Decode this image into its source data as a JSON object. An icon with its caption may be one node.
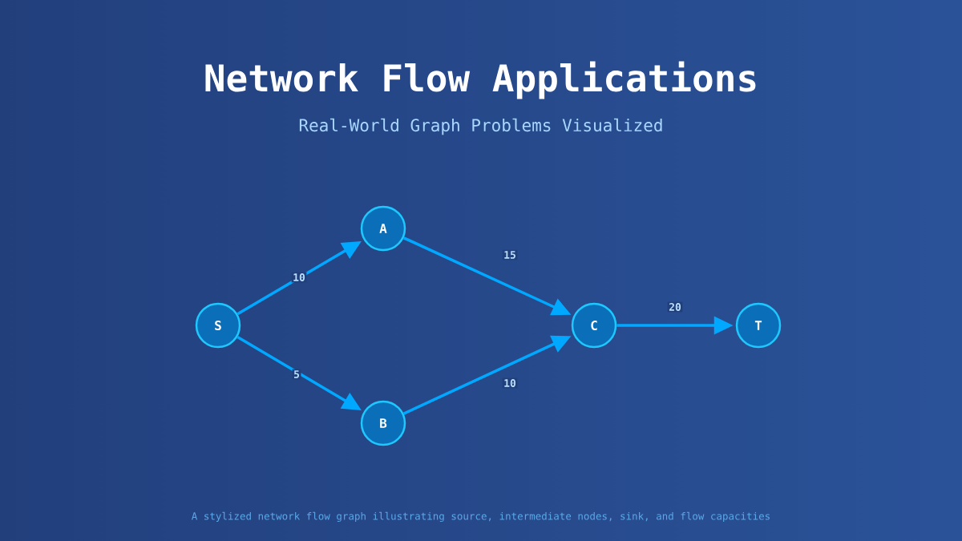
{
  "diagram": {
    "title": "Network Flow Applications",
    "caption": "A stylized network flow graph illustrating source, intermediate nodes, sink, and flow capacities",
    "labels": [
      "Real-World Graph Problems Visualized"
    ],
    "nodes": [
      {
        "text": [
          "S"
        ]
      },
      {
        "text": [
          "A"
        ]
      },
      {
        "text": [
          "B"
        ]
      },
      {
        "text": [
          "C"
        ]
      },
      {
        "text": [
          "T"
        ]
      }
    ],
    "edges": [
      {
        "from": 0,
        "to": 1,
        "arrow": "to",
        "label": "10"
      },
      {
        "from": 0,
        "to": 2,
        "arrow": "to",
        "label": "5"
      },
      {
        "from": 1,
        "to": 3,
        "arrow": "to",
        "label": "15"
      },
      {
        "from": 2,
        "to": 3,
        "arrow": "to",
        "label": "10"
      },
      {
        "from": 3,
        "to": 4,
        "arrow": "to",
        "label": "20"
      }
    ]
  }
}
